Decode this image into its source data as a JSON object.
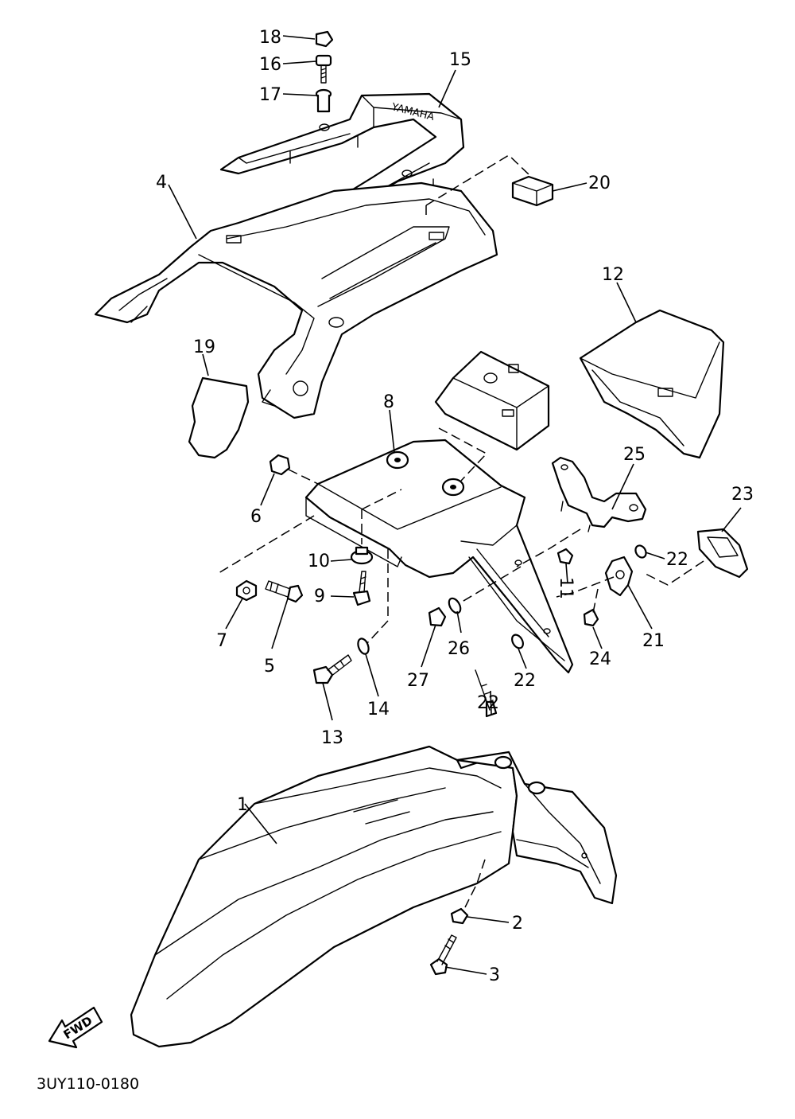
{
  "diagram": {
    "catalog_code": "3UY110-0180",
    "fwd_label": "FWD",
    "callouts": [
      "1",
      "2",
      "3",
      "4",
      "5",
      "6",
      "7",
      "8",
      "9",
      "10",
      "11",
      "12",
      "13",
      "14",
      "15",
      "16",
      "17",
      "18",
      "19",
      "20",
      "21",
      "22",
      "22",
      "23",
      "24",
      "25",
      "26",
      "27",
      "28"
    ]
  }
}
